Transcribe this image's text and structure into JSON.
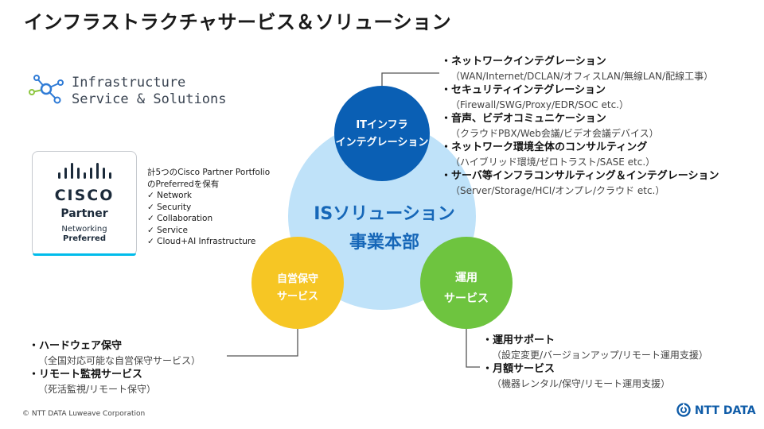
{
  "title": "インフラストラクチャサービス＆ソリューション",
  "logo": {
    "line1": "Infrastructure",
    "line2": "Service & Solutions"
  },
  "badge": {
    "brand": "CISCO",
    "tier": "Partner",
    "spec_line1": "Networking",
    "spec_line2": "Preferred"
  },
  "cisco_partner": {
    "line1": "計5つのCisco Partner Portfolio",
    "line2": "のPreferredを保有",
    "items": [
      "✓ Network",
      "✓ Security",
      "✓ Collaboration",
      "✓ Service",
      "✓ Cloud+AI Infrastructure"
    ]
  },
  "circles": {
    "center": {
      "line1": "ISソリューション",
      "line2": "事業本部"
    },
    "it": {
      "line1": "ITインフラ",
      "line2": "インテグレーション",
      "color": "#0a5fb4"
    },
    "maintenance": {
      "line1": "自営保守",
      "line2": "サービス",
      "color": "#f6c624"
    },
    "operation": {
      "line1": "運用",
      "line2": "サービス",
      "color": "#6ec43f"
    },
    "hub_color": "#bfe2f9"
  },
  "it_services": [
    {
      "heading": "・ネットワークインテグレーション",
      "detail": "（WAN/Internet/DCLAN/オフィスLAN/無線LAN/配線工事）"
    },
    {
      "heading": "・セキュリティインテグレーション",
      "detail": "（Firewall/SWG/Proxy/EDR/SOC etc.）"
    },
    {
      "heading": "・音声、ビデオコミュニケーション",
      "detail": "（クラウドPBX/Web会議/ビデオ会議デバイス）"
    },
    {
      "heading": "・ネットワーク環境全体のコンサルティング",
      "detail": "（ハイブリッド環境/ゼロトラスト/SASE etc.）"
    },
    {
      "heading": "・サーバ等インフラコンサルティング＆インテグレーション",
      "detail": "（Server/Storage/HCI/オンプレ/クラウド etc.）"
    }
  ],
  "maintenance_services": [
    {
      "heading": "・ハードウェア保守",
      "detail": "（全国対応可能な自営保守サービス）"
    },
    {
      "heading": "・リモート監視サービス",
      "detail": "（死活監視/リモート保守）"
    }
  ],
  "operation_services": [
    {
      "heading": "・運用サポート",
      "detail": "（設定変更/バージョンアップ/リモート運用支援）"
    },
    {
      "heading": "・月額サービス",
      "detail": "（機器レンタル/保守/リモート運用支援）"
    }
  ],
  "footer": {
    "copyright": "© NTT DATA Luweave Corporation",
    "brand": "NTT DATA"
  }
}
